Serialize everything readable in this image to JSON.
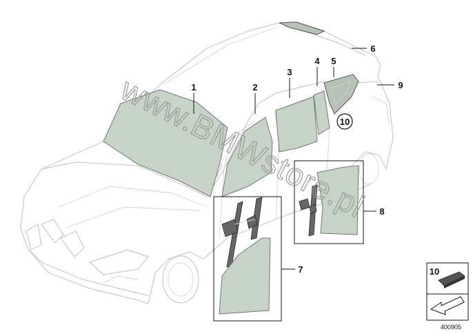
{
  "watermark": "www.BMWstore.pl",
  "diagram_code": "400905",
  "callouts": [
    {
      "id": "1"
    },
    {
      "id": "2"
    },
    {
      "id": "3"
    },
    {
      "id": "4"
    },
    {
      "id": "5"
    },
    {
      "id": "6"
    },
    {
      "id": "7"
    },
    {
      "id": "8"
    },
    {
      "id": "9"
    },
    {
      "id": "10"
    }
  ],
  "legend": {
    "part_number": "10"
  }
}
